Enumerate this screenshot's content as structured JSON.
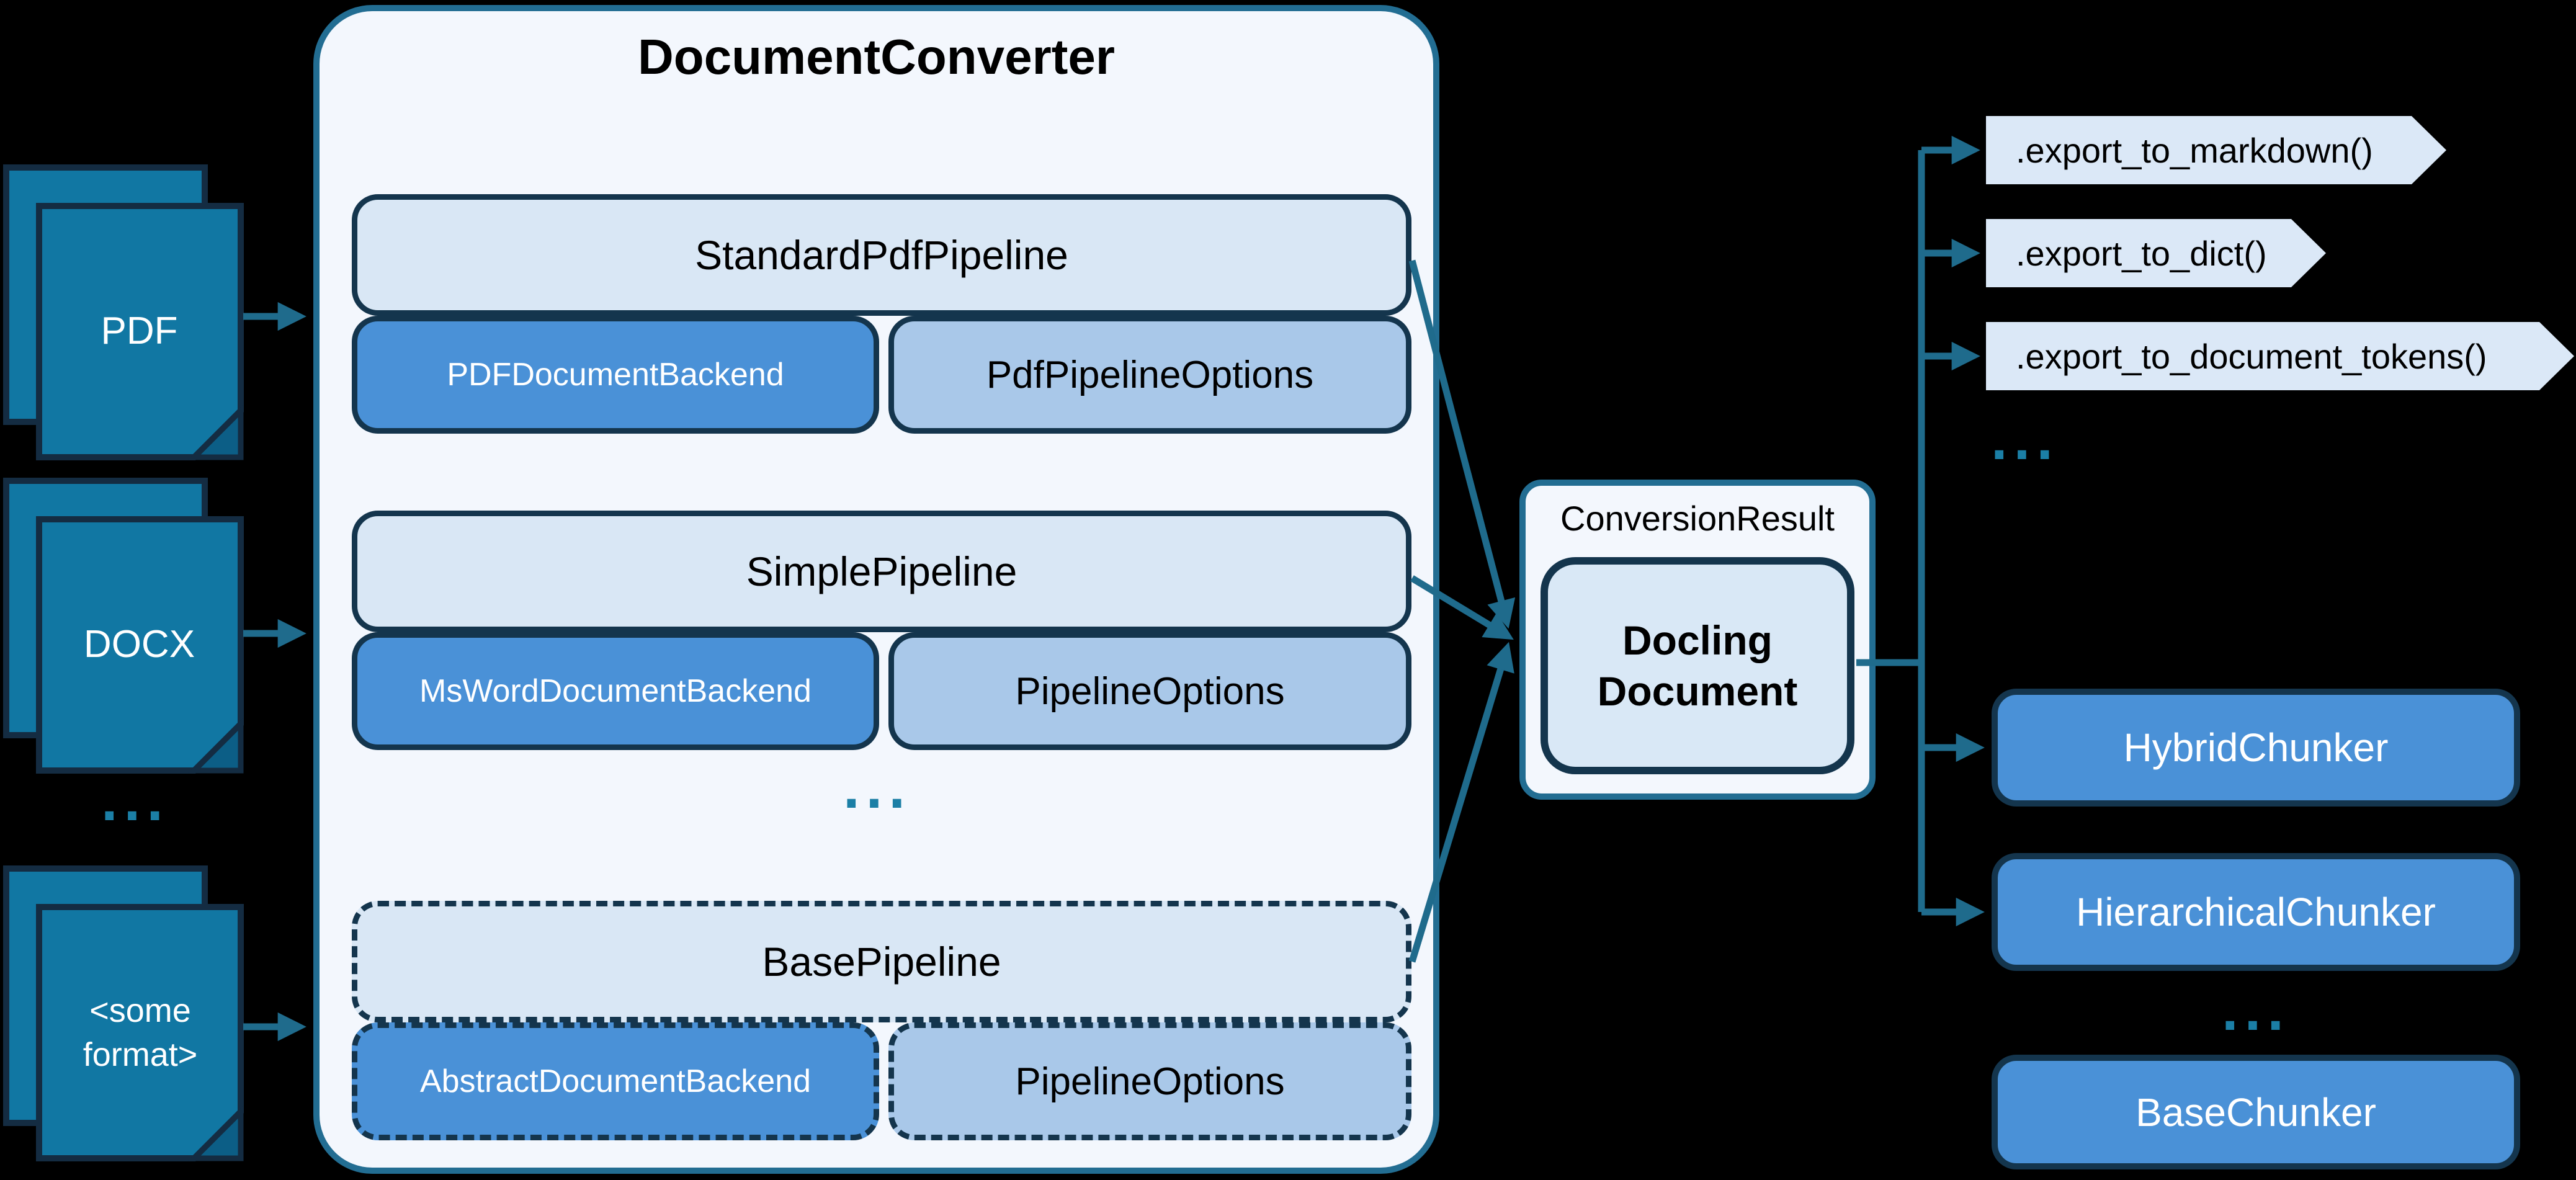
{
  "colors": {
    "background": "#000000",
    "accent_teal": "#1f6b8c",
    "panel_border_teal": "#226d92",
    "navy_border": "#14354d",
    "light_blue_fill": "#d9e7f5",
    "mid_blue_fill": "#4a91d7",
    "pale_blue_fill": "#a9c8e9",
    "doc_icon_teal": "#1177a3",
    "panel_fill": "#f3f7fd",
    "dots_teal": "#1b7fa6",
    "white_text": "#ffffff"
  },
  "inputs": {
    "items": [
      {
        "label": "PDF"
      },
      {
        "label": "DOCX"
      },
      {
        "label": "<some format>"
      }
    ],
    "ellipsis": "..."
  },
  "converter": {
    "title": "DocumentConverter",
    "pipelines": [
      {
        "name": "StandardPdfPipeline",
        "backend": "PDFDocumentBackend",
        "options": "PdfPipelineOptions",
        "style": "solid"
      },
      {
        "name": "SimplePipeline",
        "backend": "MsWordDocumentBackend",
        "options": "PipelineOptions",
        "style": "solid"
      },
      {
        "name": "BasePipeline",
        "backend": "AbstractDocumentBackend",
        "options": "PipelineOptions",
        "style": "dashed"
      }
    ],
    "ellipsis": "..."
  },
  "result": {
    "label": "ConversionResult",
    "document": "Docling Document"
  },
  "exports": {
    "methods": [
      ".export_to_markdown()",
      ".export_to_dict()",
      ".export_to_document_tokens()"
    ],
    "ellipsis": "..."
  },
  "chunkers": {
    "items": [
      {
        "label": "HybridChunker",
        "style": "solid"
      },
      {
        "label": "HierarchicalChunker",
        "style": "solid"
      },
      {
        "label": "BaseChunker",
        "style": "dashed"
      }
    ],
    "ellipsis": "..."
  }
}
